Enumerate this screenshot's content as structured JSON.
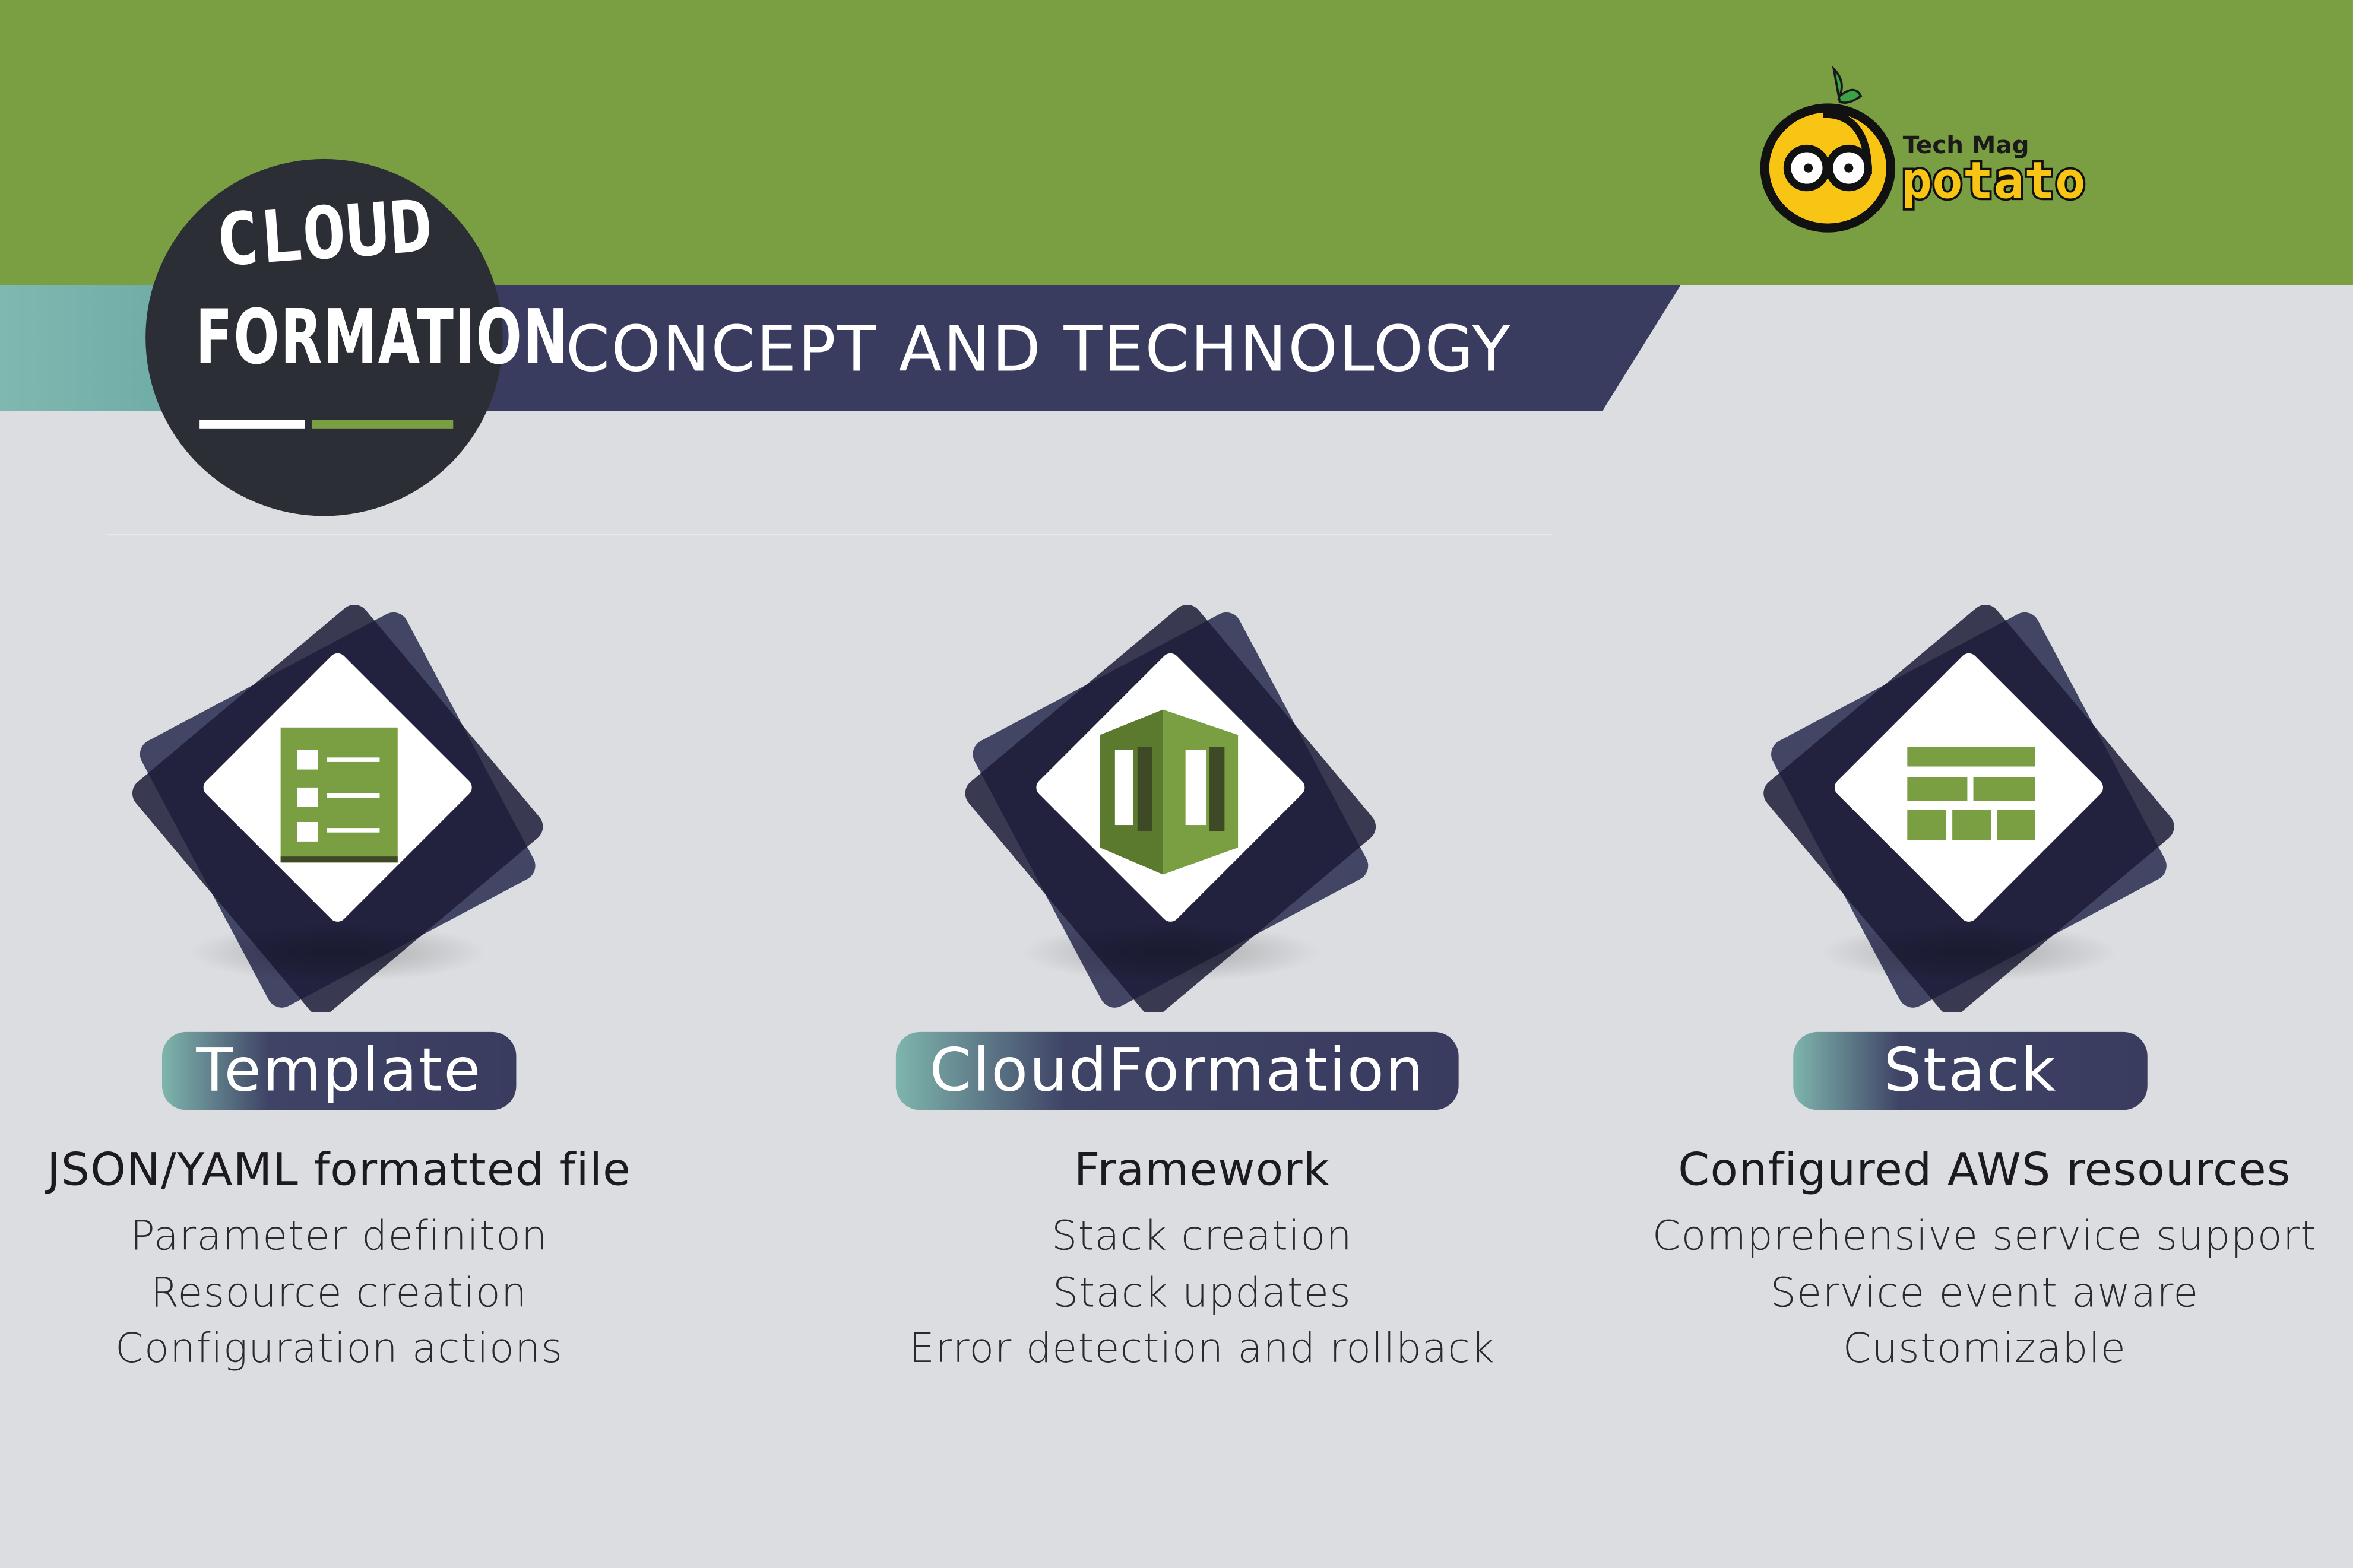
{
  "header": {
    "badge_line1": "CLOUD",
    "badge_line2": "FORMATION",
    "subtitle": "CONCEPT AND TECHNOLOGY"
  },
  "logo": {
    "tagline": "Tech Mag",
    "name": "potato"
  },
  "colors": {
    "green": "#7a9e42",
    "navy": "#393b5f",
    "teal": "#7fb8b0",
    "background": "#dcdde0"
  },
  "concepts": [
    {
      "icon": "template-list-icon",
      "label": "Template",
      "heading": "JSON/YAML formatted file",
      "items": [
        "Parameter definiton",
        "Resource creation",
        "Configuration actions"
      ]
    },
    {
      "icon": "cloudformation-icon",
      "label": "CloudFormation",
      "heading": "Framework",
      "items": [
        "Stack creation",
        "Stack updates",
        "Error detection and rollback"
      ]
    },
    {
      "icon": "stack-grid-icon",
      "label": "Stack",
      "heading": "Configured AWS resources",
      "items": [
        "Comprehensive service support",
        "Service event aware",
        "Customizable"
      ]
    }
  ]
}
